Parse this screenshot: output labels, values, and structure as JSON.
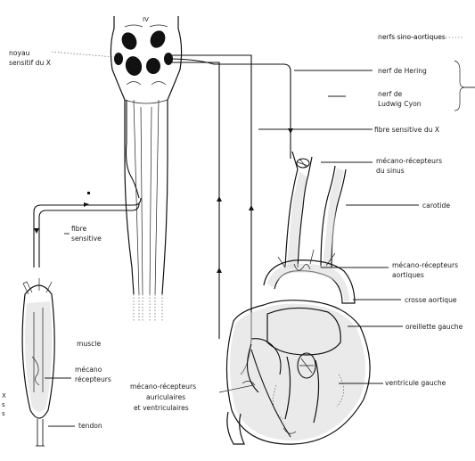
{
  "labels": {
    "noyau_sensitif": [
      "noyau",
      "sensitif du X"
    ],
    "nerfs_sino_aortiques": "nerfs sino-aortiques",
    "nerf_hering": "nerf de Hering",
    "nerf_cyon": [
      "nerf de",
      "Ludwig Cyon"
    ],
    "fibre_sensitive_x": "fibre sensitive du X",
    "mecanorecepteurs_sinus": [
      "mécano-récepteurs",
      "du sinus"
    ],
    "carotide": "carotide",
    "fibre_sensitive": [
      "fibre",
      "sensitive"
    ],
    "mecanorecepteurs_aortiques": [
      "mécano-récepteurs",
      "aortiques"
    ],
    "crosse_aortique": "crosse aortique",
    "oreillette_gauche": "oreillette gauche",
    "muscle": "muscle",
    "mecanorecepteurs_muscle": [
      "mécano",
      "récepteurs"
    ],
    "mecanorecepteurs_auriculaires": [
      "mécano-récepteurs",
      "auriculaires",
      "et ventriculaires"
    ],
    "ventricule_gauche": "ventricule gauche",
    "tendon": "tendon",
    "spinal_marker": "IV",
    "margin_text": [
      "X",
      "s",
      "s"
    ]
  }
}
